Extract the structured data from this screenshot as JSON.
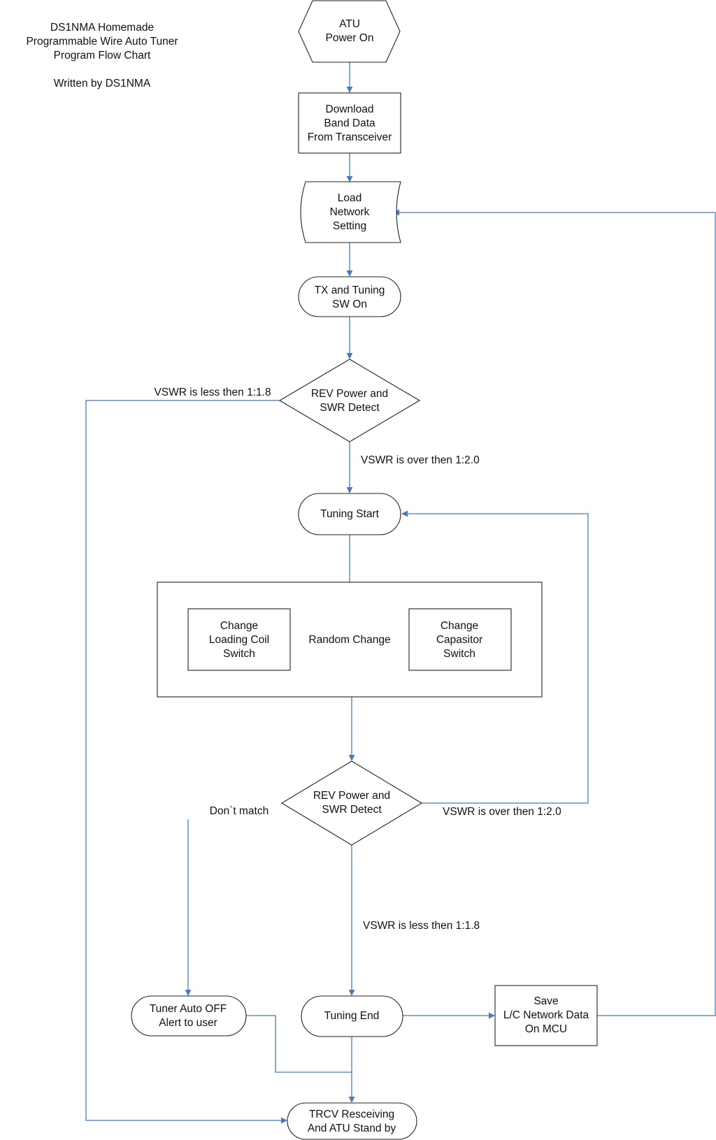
{
  "header": {
    "title_lines": [
      "DS1NMA Homemade",
      "Programmable Wire Auto Tuner",
      "Program Flow Chart"
    ],
    "author": "Written by DS1NMA"
  },
  "nodes": {
    "atu_power_on": {
      "lines": [
        "ATU",
        "Power On"
      ]
    },
    "download_band_data": {
      "lines": [
        "Download",
        "Band Data",
        "From Transceiver"
      ]
    },
    "load_network_setting": {
      "lines": [
        "Load",
        "Network",
        "Setting"
      ]
    },
    "tx_tuning_sw_on": {
      "lines": [
        "TX and Tuning",
        "SW On"
      ]
    },
    "rev_power_detect_1": {
      "lines": [
        "REV Power and",
        "SWR Detect"
      ]
    },
    "tuning_start": {
      "lines": [
        "Tuning Start"
      ]
    },
    "random_change_group": {
      "label": "Random Change"
    },
    "change_loading_coil": {
      "lines": [
        "Change",
        "Loading Coil",
        "Switch"
      ]
    },
    "change_capacitor": {
      "lines": [
        "Change",
        "Capasitor",
        "Switch"
      ]
    },
    "rev_power_detect_2": {
      "lines": [
        "REV Power and",
        "SWR Detect"
      ]
    },
    "tuner_auto_off": {
      "lines": [
        "Tuner Auto OFF",
        "Alert to user"
      ]
    },
    "tuning_end": {
      "lines": [
        "Tuning End"
      ]
    },
    "save_network_data": {
      "lines": [
        "Save",
        "L/C Network Data",
        "On MCU"
      ]
    },
    "trcv_standby": {
      "lines": [
        "TRCV Resceiving",
        "And ATU Stand by"
      ]
    }
  },
  "edge_labels": {
    "vswr_less_1": "VSWR is less then 1:1.8",
    "vswr_over_1": "VSWR is over then 1:2.0",
    "dont_match": "Don`t match",
    "vswr_over_2": "VSWR is over then 1:2.0",
    "vswr_less_2": "VSWR is less then 1:1.8"
  },
  "colors": {
    "connector": "#4a7ab8",
    "shape_stroke": "#222222",
    "text": "#111111"
  }
}
